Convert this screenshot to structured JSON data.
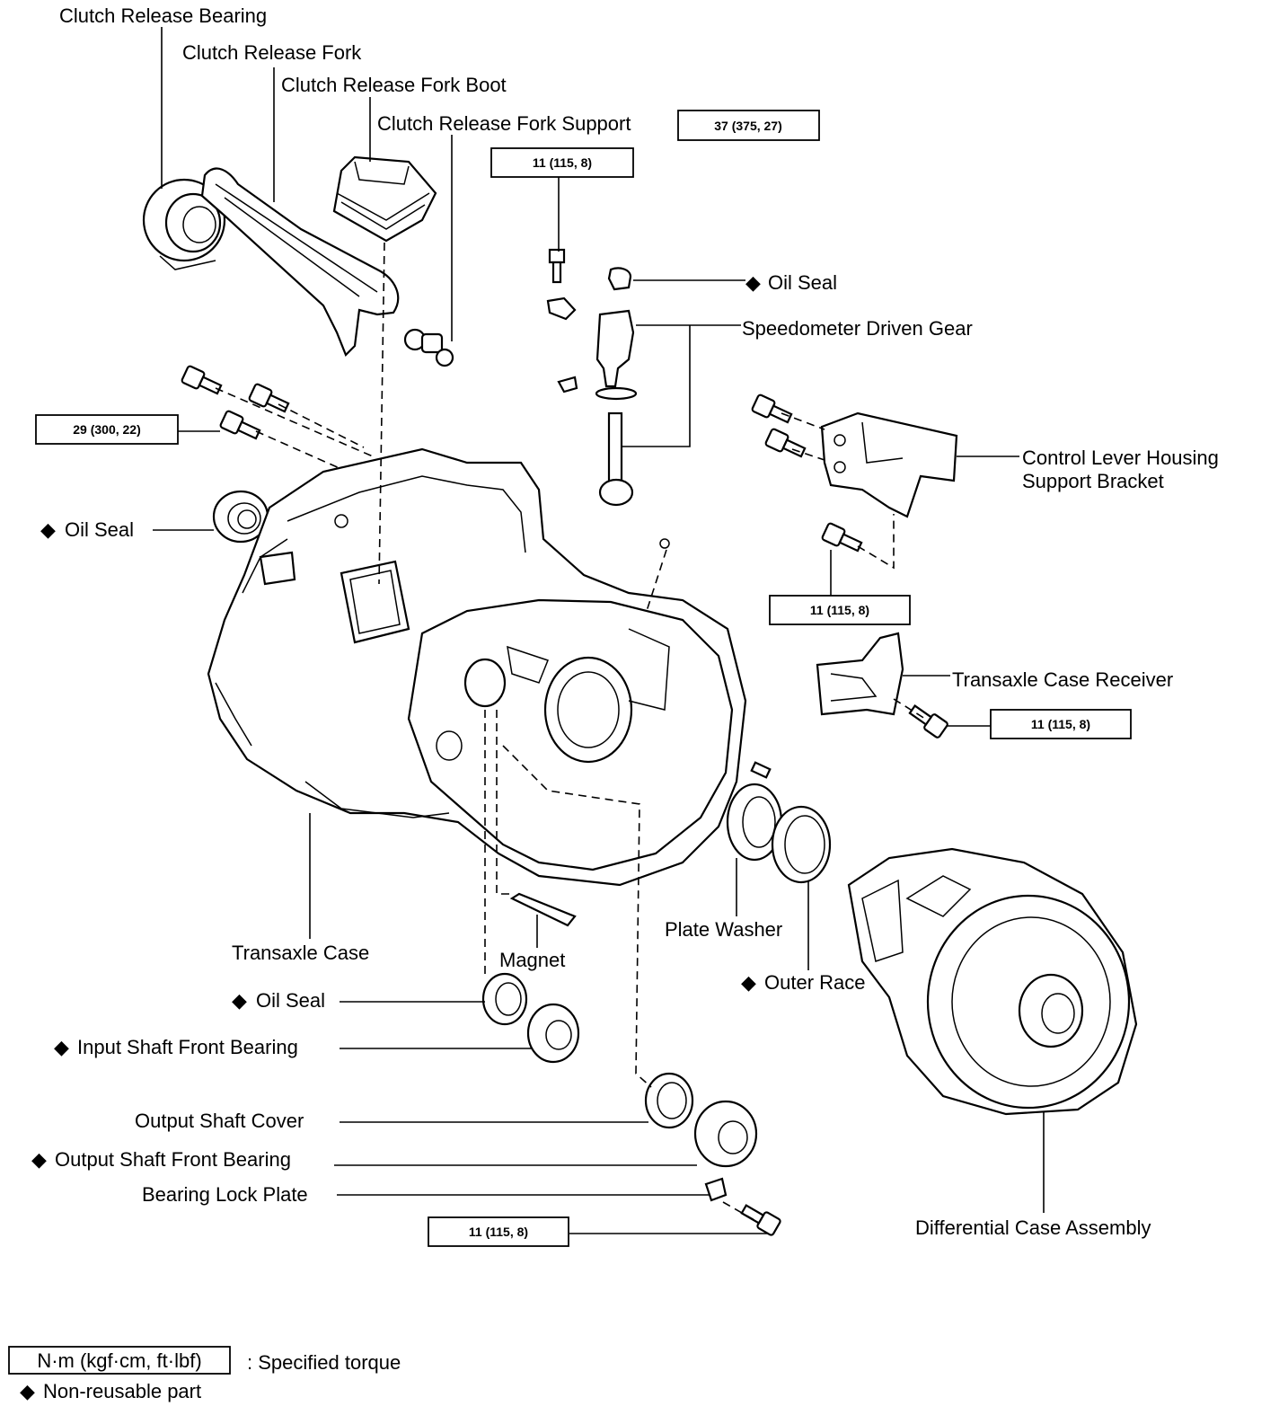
{
  "labels": {
    "clutch_release_bearing": "Clutch Release Bearing",
    "clutch_release_fork": "Clutch Release Fork",
    "clutch_release_fork_boot": "Clutch Release Fork Boot",
    "clutch_release_fork_support": "Clutch Release Fork Support",
    "oil_seal_top": "Oil Seal",
    "speedometer_driven_gear": "Speedometer Driven Gear",
    "control_lever_housing_support_bracket_1": "Control Lever Housing",
    "control_lever_housing_support_bracket_2": "Support Bracket",
    "oil_seal_left": "Oil Seal",
    "transaxle_case_receiver": "Transaxle Case Receiver",
    "transaxle_case": "Transaxle Case",
    "magnet": "Magnet",
    "plate_washer": "Plate Washer",
    "outer_race": "Outer Race",
    "oil_seal_bottom": "Oil Seal",
    "input_shaft_front_bearing": "Input Shaft Front Bearing",
    "output_shaft_cover": "Output Shaft Cover",
    "output_shaft_front_bearing": "Output Shaft Front Bearing",
    "bearing_lock_plate": "Bearing Lock Plate",
    "differential_case_assembly": "Differential Case Assembly"
  },
  "torques": {
    "fork_support": "37 (375, 27)",
    "speedo_bolt": "11 (115, 8)",
    "case_bolts": "29 (300, 22)",
    "bracket_bolt": "11 (115, 8)",
    "receiver_bolt": "11 (115, 8)",
    "lock_plate_bolt": "11 (115, 8)"
  },
  "legend": {
    "unit_box": "N·m (kgf·cm, ft·lbf)",
    "unit_desc": ": Specified torque",
    "nonreusable": "Non-reusable part"
  },
  "symbols": {
    "nonreusable_marker": "◆"
  }
}
